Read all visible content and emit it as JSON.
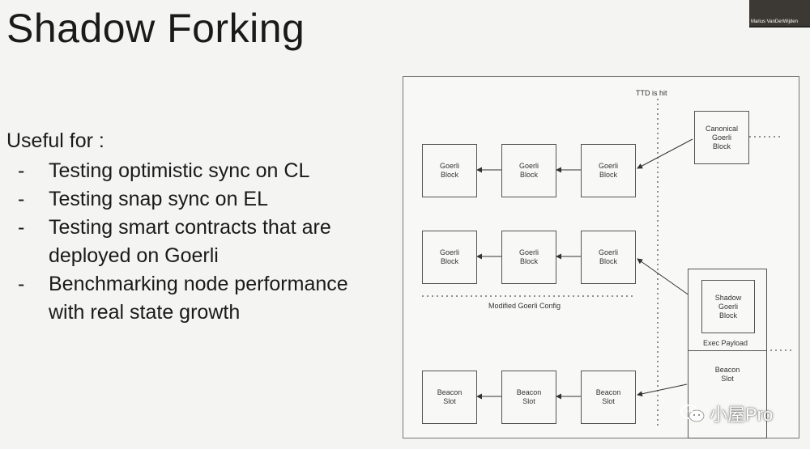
{
  "slide": {
    "title": "Shadow Forking",
    "intro": "Useful for :",
    "bullets": [
      {
        "dash": "-",
        "text": "Testing optimistic sync on CL"
      },
      {
        "dash": "-",
        "text": "Testing snap sync on EL"
      },
      {
        "dash": "-",
        "text": "Testing smart contracts that are deployed on Goerli"
      },
      {
        "dash": "-",
        "text": "Benchmarking node performance with real state growth"
      }
    ]
  },
  "webcam": {
    "name": "Marius VanDerWijden"
  },
  "diagram": {
    "ttd_label": "TTD is hit",
    "modified_label": "Modified Goerli Config",
    "exec_payload_label": "Exec Payload",
    "boxes": {
      "row1": [
        "Goerli\nBlock",
        "Goerli\nBlock",
        "Goerli\nBlock"
      ],
      "canonical": "Canonical\nGoerli\nBlock",
      "row2": [
        "Goerli\nBlock",
        "Goerli\nBlock",
        "Goerli\nBlock"
      ],
      "shadow": "Shadow\nGoerli\nBlock",
      "beacon_slot_right": "Beacon\nSlot",
      "row3": [
        "Beacon\nSlot",
        "Beacon\nSlot",
        "Beacon\nSlot"
      ]
    }
  },
  "watermark": {
    "text": "小屋Pro",
    "icon": "wechat-icon"
  }
}
